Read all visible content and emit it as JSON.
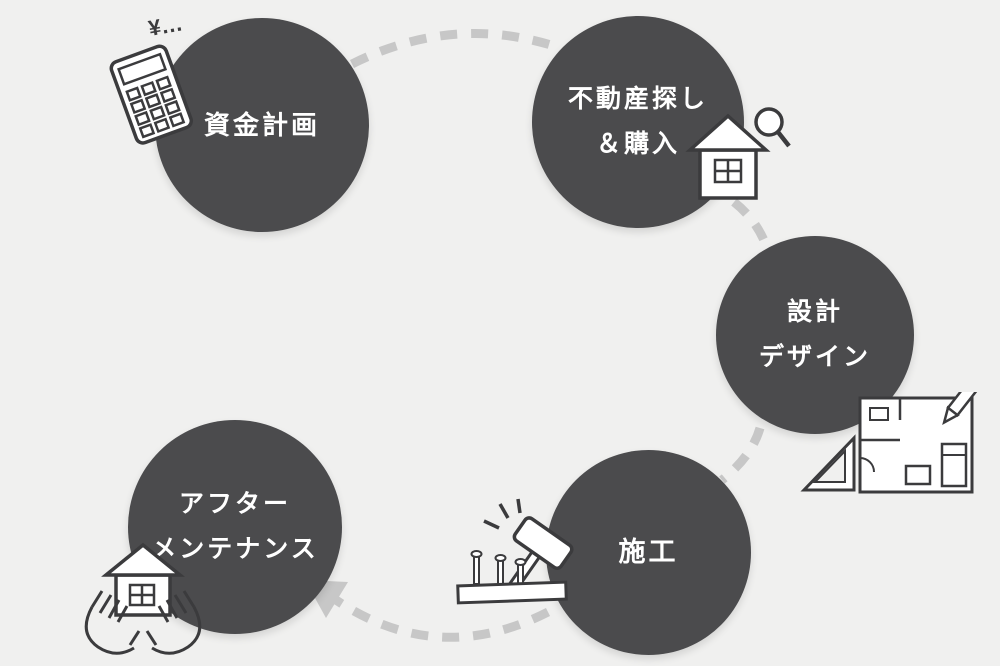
{
  "diagram": {
    "title": "home-building-process-cycle",
    "colors": {
      "background": "#f0f0ef",
      "circle": "#4b4b4d",
      "text": "#ffffff",
      "arrow": "#c7c7c7",
      "icon_stroke": "#3b3b3d",
      "icon_fill": "#ffffff"
    },
    "steps": [
      {
        "id": "funding",
        "label_lines": [
          "資金計画"
        ],
        "icon": "calculator-icon"
      },
      {
        "id": "property",
        "label_lines": [
          "不動産探し",
          "＆購入"
        ],
        "icon": "house-search-icon"
      },
      {
        "id": "design",
        "label_lines": [
          "設計",
          "デザイン"
        ],
        "icon": "floorplan-icon"
      },
      {
        "id": "construction",
        "label_lines": [
          "施工"
        ],
        "icon": "mallet-icon"
      },
      {
        "id": "maintenance",
        "label_lines": [
          "アフター",
          "メンテナンス"
        ],
        "icon": "hands-house-icon"
      }
    ],
    "calculator_caption": "¥…"
  }
}
